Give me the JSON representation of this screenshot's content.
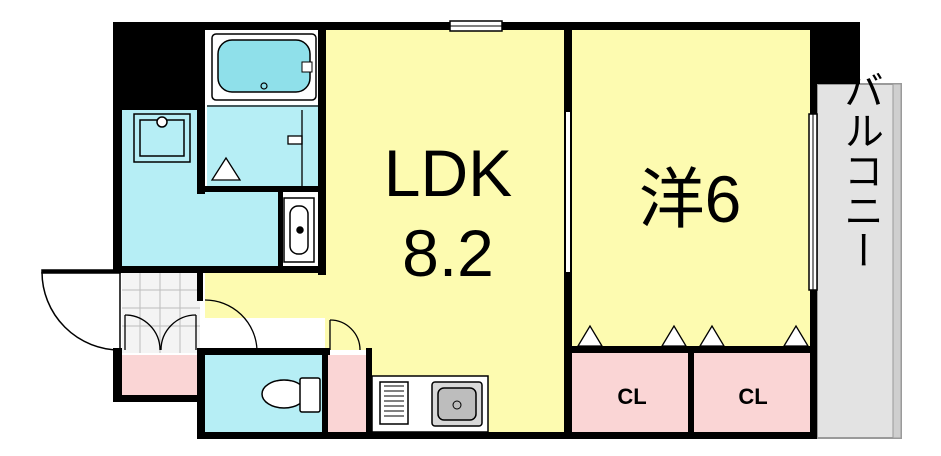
{
  "rooms": {
    "ldk": {
      "name": "LDK",
      "size": "8.2"
    },
    "western": {
      "name": "洋6"
    },
    "closet_left": {
      "label": "CL"
    },
    "closet_right": {
      "label": "CL"
    },
    "balcony": {
      "label": "バルコニー"
    }
  },
  "colors": {
    "ldk_fill": "#fdfbb0",
    "western_fill": "#fdfbb0",
    "wet_fill": "#b6eef5",
    "storage_fill": "#fad5d5",
    "balcony_fill": "#e3e3e3",
    "wall": "#000000"
  }
}
